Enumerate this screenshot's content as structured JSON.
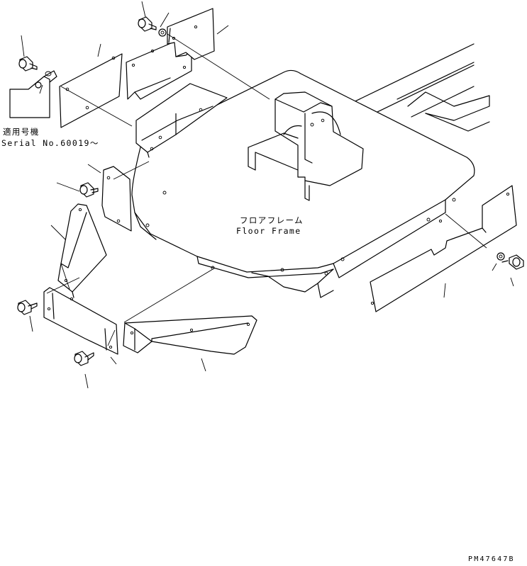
{
  "applicability": {
    "line1": "適用号機",
    "line2": "Serial No.60019～"
  },
  "floor_frame": {
    "label_jp": "フロアフレーム",
    "label_en": "Floor Frame"
  },
  "drawing_code": "PM47647B"
}
